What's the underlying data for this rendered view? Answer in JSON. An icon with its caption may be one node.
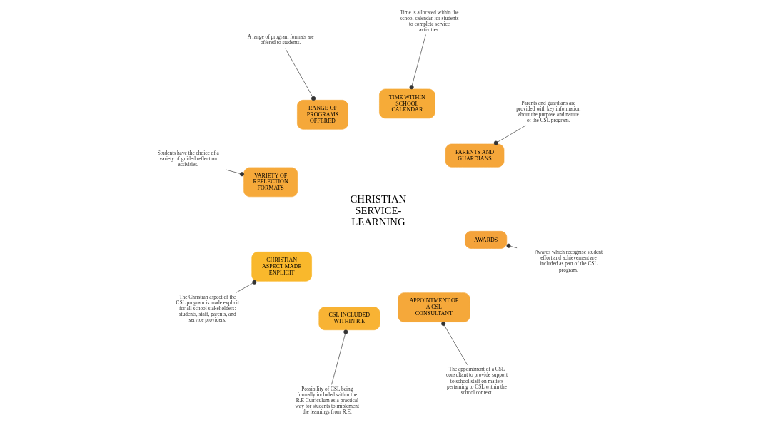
{
  "diagram": {
    "nodes": [
      {
        "text": [
          "CHRISTIAN SERVICE-LEARNING"
        ]
      },
      {
        "text": [
          "CSL INCLUDED WITHIN R.E"
        ]
      },
      {
        "text": [
          "CHRISTIAN ASPECT MADE EXPLICIT"
        ]
      },
      {
        "text": [
          "VARIETY OF REFLECTION FORMATS"
        ]
      },
      {
        "text": [
          "RANGE OF PROGRAMS OFFERED"
        ]
      },
      {
        "text": [
          "TIME WITHIN SCHOOL CALENDAR"
        ]
      },
      {
        "text": [
          "PARENTS AND GUARDIANS"
        ]
      },
      {
        "text": [
          "AWARDS"
        ]
      },
      {
        "text": [
          "APPOINTMENT OF A CSL CONSULTANT"
        ]
      },
      {
        "text": [
          "Possibility of CSL being formally included within the R.E Curriculum as a practical way for students to implement the learnings from R.E."
        ]
      },
      {
        "text": [
          "The Christian aspect of the CSL program is made explicit for all school stakeholders: students, staff, parents, and service providers."
        ]
      },
      {
        "text": [
          "Students have the choice of a variety of guided reflection activities."
        ]
      },
      {
        "text": [
          "A range of program formats are offered to students."
        ]
      },
      {
        "text": [
          "Time is allocated within the school calendar for students to complete service activities."
        ]
      },
      {
        "text": [
          "Parents and guardians are provided with key information about the purpose and nature of the CSL program."
        ]
      },
      {
        "text": [
          "Awards which recognise student effort and achievement are included as part of the CSL program."
        ]
      },
      {
        "text": [
          "The appointment of a CSL consultant to provide support to school staff on matters pertaining to CSL within the school context."
        ]
      }
    ],
    "edges": [
      {
        "from": 9,
        "to": 1,
        "arrow": "other"
      },
      {
        "from": 10,
        "to": 2,
        "arrow": "other"
      },
      {
        "from": 11,
        "to": 3,
        "arrow": "other"
      },
      {
        "from": 12,
        "to": 4,
        "arrow": "other"
      },
      {
        "from": 13,
        "to": 5,
        "arrow": "other"
      },
      {
        "from": 14,
        "to": 6,
        "arrow": "other"
      },
      {
        "from": 15,
        "to": 7,
        "arrow": "other"
      },
      {
        "from": 16,
        "to": 8,
        "arrow": "other"
      }
    ]
  }
}
